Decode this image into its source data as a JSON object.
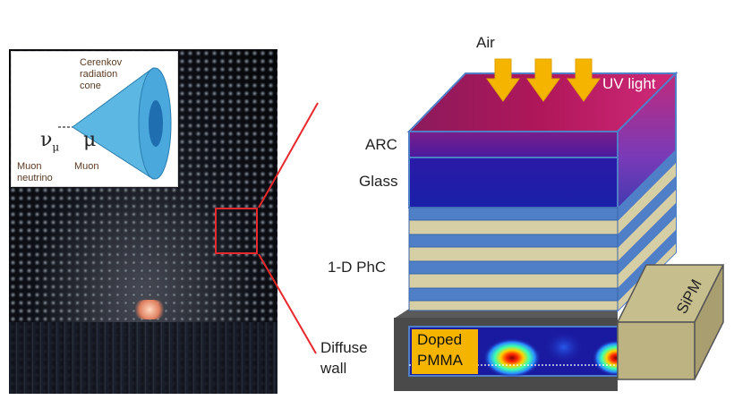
{
  "inset": {
    "cone_label_line1": "Cerenkov",
    "cone_label_line2": "radiation",
    "cone_label_line3": "cone",
    "neutrino_symbol": "ν",
    "neutrino_subscript": "μ",
    "muon_symbol": "μ",
    "neutrino_label_line1": "Muon",
    "neutrino_label_line2": "neutrino",
    "muon_label": "Muon"
  },
  "stack": {
    "air_label": "Air",
    "uv_label": "UV light",
    "arc_label": "ARC",
    "glass_label": "Glass",
    "phc_label": "1-D PhC",
    "diffuse_label_line1": "Diffuse",
    "diffuse_label_line2": "wall",
    "pmma_label_line1": "Doped",
    "pmma_label_line2": "PMMA",
    "sipm_label": "SiPM"
  },
  "colors": {
    "arrow": "#f5b400",
    "zoom": "#e8282a",
    "layer_blue": "#4f7fc7",
    "layer_tan": "#d6cfa5",
    "sipm": "#a89e6f"
  }
}
